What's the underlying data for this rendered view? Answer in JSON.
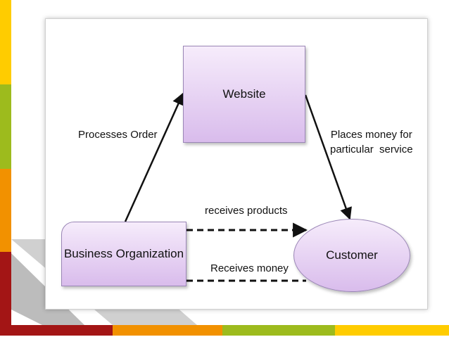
{
  "colors": {
    "strip": [
      "#ffcc00",
      "#9dbb1d",
      "#f29100",
      "#a31515"
    ],
    "bottom_bar": [
      "#a31515",
      "#f29100",
      "#9dbb1d",
      "#ffcc00"
    ],
    "node_fill_top": "#f6ecfb",
    "node_fill_bottom": "#d9bcec",
    "node_border": "#9a86b6"
  },
  "nodes": {
    "website": "Website",
    "business": "Business Organization",
    "customer": "Customer"
  },
  "edges": {
    "processes_order": "Processes Order",
    "places_money_line1": "Places money for",
    "places_money_line2": "particular  service",
    "receives_products": "receives products",
    "receives_money": "Receives money"
  }
}
